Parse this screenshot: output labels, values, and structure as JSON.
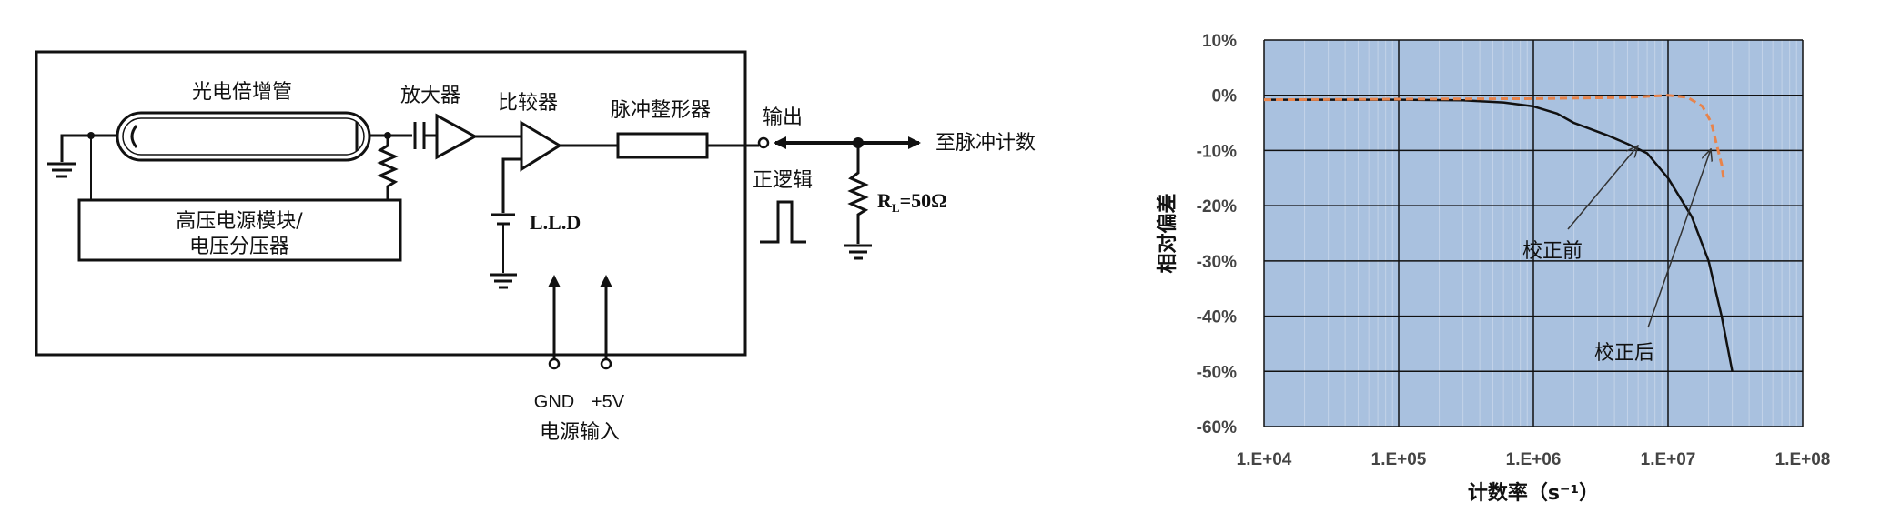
{
  "circuit": {
    "pmt_label": "光电倍增管",
    "amplifier_label": "放大器",
    "comparator_label": "比较器",
    "shaper_label": "脉冲整形器",
    "output_label": "输出",
    "to_counter_label": "至脉冲计数",
    "positive_logic_label": "正逻辑",
    "rl_label": "R",
    "rl_sub": "L",
    "rl_value": "=50Ω",
    "lld_label": "L.L.D",
    "hv_line1": "高压电源模块/",
    "hv_line2": "电压分压器",
    "gnd_label": "GND",
    "v5_label": "+5V",
    "power_input_label": "电源输入"
  },
  "chart_data": {
    "type": "line",
    "title": "",
    "xlabel": "计数率（s⁻¹）",
    "ylabel": "相对偏差",
    "xscale": "log",
    "xlim": [
      10000,
      100000000
    ],
    "ylim": [
      -60,
      10
    ],
    "x_tick_labels": [
      "1.E+04",
      "1.E+05",
      "1.E+06",
      "1.E+07",
      "1.E+08"
    ],
    "y_tick_labels": [
      "10%",
      "0%",
      "-10%",
      "-20%",
      "-30%",
      "-40%",
      "-50%",
      "-60%"
    ],
    "y_ticks": [
      10,
      0,
      -10,
      -20,
      -30,
      -40,
      -50,
      -60
    ],
    "grid": true,
    "background": "#a9c1df",
    "series": [
      {
        "name": "校正前",
        "color": "#111111",
        "style": "solid",
        "x": [
          10000,
          100000,
          300000,
          600000,
          1000000,
          1500000,
          2000000,
          3500000,
          5000000,
          7000000,
          10000000,
          15000000,
          20000000,
          25000000,
          30000000
        ],
        "y": [
          -0.8,
          -0.8,
          -0.9,
          -1.3,
          -2.0,
          -3.3,
          -5.0,
          -7.2,
          -8.8,
          -10.5,
          -15,
          -22,
          -30,
          -40,
          -50
        ]
      },
      {
        "name": "校正后",
        "color": "#e8834a",
        "style": "dashed",
        "x": [
          10000,
          1000000,
          5000000,
          10000000,
          14000000,
          18000000,
          21000000,
          23000000,
          25000000,
          26000000
        ],
        "y": [
          -0.8,
          -0.6,
          -0.4,
          0.0,
          -0.4,
          -2.0,
          -5.0,
          -9.0,
          -12.5,
          -15.5
        ]
      }
    ],
    "annotations": [
      {
        "text": "校正前",
        "series": "校正前"
      },
      {
        "text": "校正后",
        "series": "校正后"
      }
    ]
  }
}
